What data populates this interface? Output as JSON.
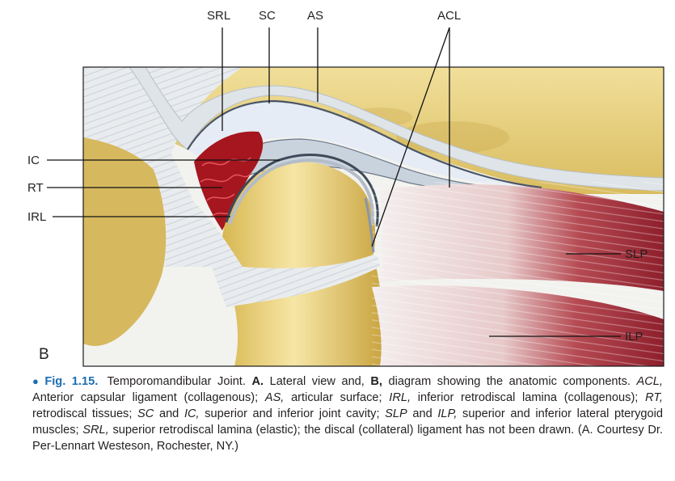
{
  "figure": {
    "panel_label": "B",
    "labels": {
      "srl": "SRL",
      "sc": "SC",
      "as": "AS",
      "acl": "ACL",
      "ic": "IC",
      "rt": "RT",
      "irl": "IRL",
      "slp": "SLP",
      "ilp": "ILP"
    }
  },
  "caption": {
    "fig_number": "Fig. 1.15.",
    "title": "Temporomandibular Joint.",
    "panel_a": "A.",
    "text_1": "Lateral view and,",
    "panel_b": "B,",
    "text_2": "diagram showing the anatomic components.",
    "abbr_acl": "ACL,",
    "def_acl": "Anterior capsular ligament (collagenous);",
    "abbr_as": "AS,",
    "def_as": "articular surface;",
    "abbr_irl": "IRL,",
    "def_irl": "inferior retrodiscal lamina (collagenous);",
    "abbr_rt": "RT,",
    "def_rt": "retrodiscal tissues;",
    "abbr_sc": "SC",
    "and_1": "and",
    "abbr_ic": "IC,",
    "def_sc_ic": "superior and inferior joint cavity;",
    "abbr_slp": "SLP",
    "and_2": "and",
    "abbr_ilp": "ILP,",
    "def_slp_ilp": "superior and inferior lateral pterygoid muscles;",
    "abbr_srl": "SRL,",
    "def_srl": "superior retrodiscal lamina (elastic); the discal (collateral) ligament has not been drawn. (A. Courtesy Dr. Per-Lennart Westeson, Rochester, NY.)"
  }
}
